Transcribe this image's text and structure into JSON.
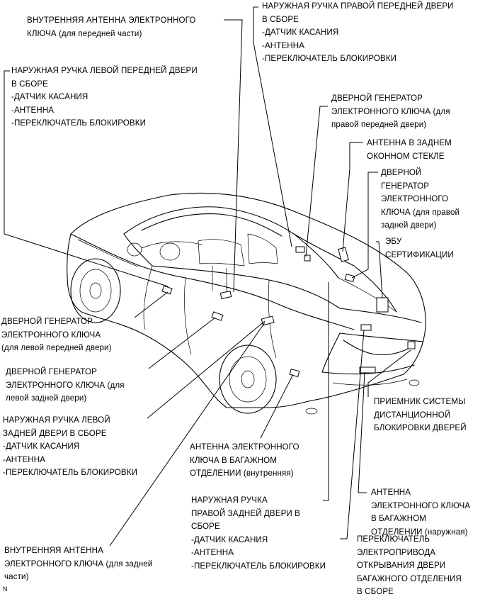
{
  "diagram_code": "N",
  "callouts": {
    "inner_antenna_front": [
      "ВНУТРЕННЯЯ АНТЕННА ЭЛЕКТРОННОГО",
      "КЛЮЧА (для передней части)"
    ],
    "rf_door_handle": [
      "НАРУЖНАЯ РУЧКА ПРАВОЙ ПЕРЕДНЕЙ ДВЕРИ",
      "В СБОРЕ",
      "-ДАТЧИК КАСАНИЯ",
      "-АНТЕННА",
      "-ПЕРЕКЛЮЧАТЕЛЬ БЛОКИРОВКИ"
    ],
    "lf_door_handle": [
      "НАРУЖНАЯ РУЧКА ЛЕВОЙ ПЕРЕДНЕЙ ДВЕРИ",
      "В СБОРЕ",
      "-ДАТЧИК КАСАНИЯ",
      "-АНТЕННА",
      "-ПЕРЕКЛЮЧАТЕЛЬ БЛОКИРОВКИ"
    ],
    "rf_door_oscillator": [
      "ДВЕРНОЙ ГЕНЕРАТОР",
      "ЭЛЕКТРОННОГО КЛЮЧА (для",
      "правой передней двери)"
    ],
    "rear_window_antenna": [
      "АНТЕННА В ЗАДНЕМ",
      "ОКОННОМ СТЕКЛЕ"
    ],
    "rr_door_oscillator": [
      "ДВЕРНОЙ",
      "ГЕНЕРАТОР",
      "ЭЛЕКТРОННОГО",
      "КЛЮЧА (для правой",
      "задней двери)"
    ],
    "certification_ecu": [
      "ЭБУ",
      "СЕРТИФИКАЦИИ"
    ],
    "lf_door_oscillator": [
      "ДВЕРНОЙ ГЕНЕРАТОР",
      "ЭЛЕКТРОННОГО КЛЮЧА",
      "(для левой передней двери)"
    ],
    "lr_door_oscillator": [
      "ДВЕРНОЙ ГЕНЕРАТОР",
      "ЭЛЕКТРОННОГО КЛЮЧА (для",
      "левой задней двери)"
    ],
    "lr_door_handle": [
      "НАРУЖНАЯ РУЧКА ЛЕВОЙ",
      "ЗАДНЕЙ ДВЕРИ В СБОРЕ",
      "-ДАТЧИК КАСАНИЯ",
      "-АНТЕННА",
      "-ПЕРЕКЛЮЧАТЕЛЬ БЛОКИРОВКИ"
    ],
    "remote_receiver": [
      "ПРИЕМНИК СИСТЕМЫ",
      "ДИСТАНЦИОННОЙ",
      "БЛОКИРОВКИ ДВЕРЕЙ"
    ],
    "luggage_inner_antenna": [
      "АНТЕННА ЭЛЕКТРОННОГО",
      "КЛЮЧА В БАГАЖНОМ",
      "ОТДЕЛЕНИИ (внутренняя)"
    ],
    "luggage_outer_antenna": [
      "АНТЕННА",
      "ЭЛЕКТРОННОГО КЛЮЧА",
      "В БАГАЖНОМ",
      "ОТДЕЛЕНИИ (наружная)"
    ],
    "rr_door_handle": [
      "НАРУЖНАЯ РУЧКА",
      "ПРАВОЙ ЗАДНЕЙ ДВЕРИ В",
      "СБОРЕ",
      "-ДАТЧИК КАСАНИЯ",
      "-АНТЕННА",
      "-ПЕРЕКЛЮЧАТЕЛЬ БЛОКИРОВКИ"
    ],
    "trunk_opener_switch": [
      "ПЕРЕКЛЮЧАТЕЛЬ",
      "ЭЛЕКТРОПРИВОДА",
      "ОТКРЫВАНИЯ ДВЕРИ",
      "БАГАЖНОГО ОТДЕЛЕНИЯ",
      "В СБОРЕ"
    ],
    "inner_antenna_rear": [
      "ВНУТРЕННЯЯ АНТЕННА",
      "ЭЛЕКТРОННОГО КЛЮЧА (для задней",
      "части)"
    ]
  }
}
